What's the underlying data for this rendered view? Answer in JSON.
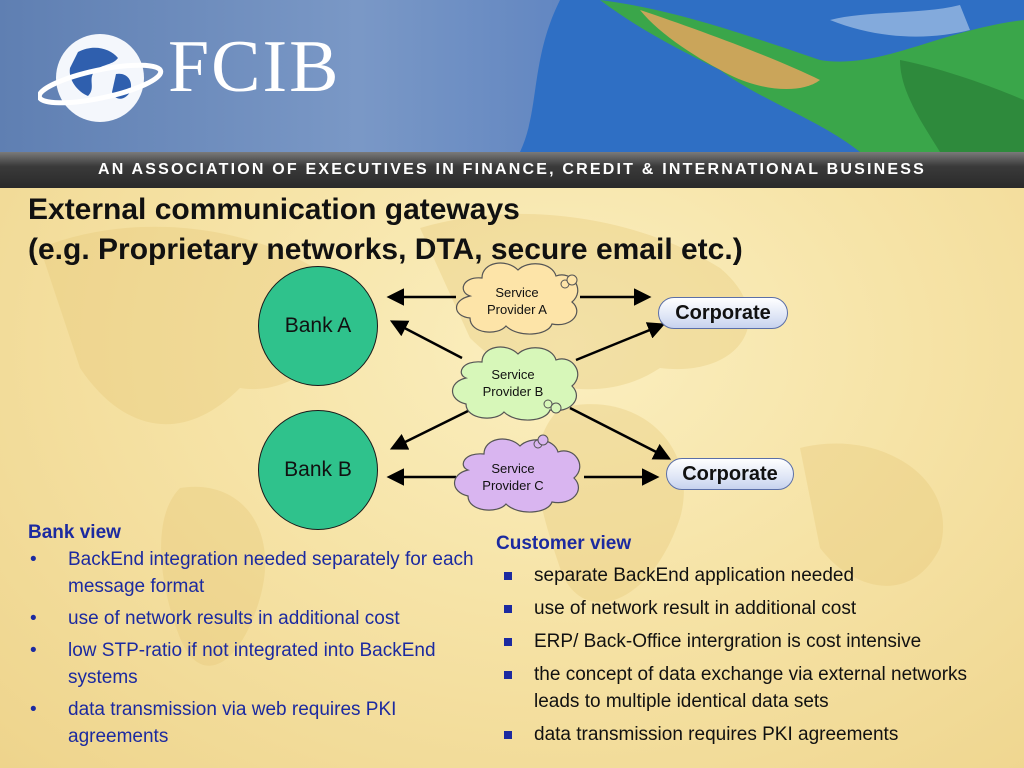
{
  "header": {
    "logo_text": "FCIB",
    "tagline": "AN ASSOCIATION OF EXECUTIVES IN FINANCE, CREDIT & INTERNATIONAL BUSINESS"
  },
  "title": {
    "line1": "External communication gateways",
    "line2": "(e.g. Proprietary networks, DTA, secure email etc.)"
  },
  "diagram": {
    "bank_a": "Bank A",
    "bank_b": "Bank B",
    "provider_a": [
      "Service",
      "Provider A"
    ],
    "provider_b": [
      "Service",
      "Provider B"
    ],
    "provider_c": [
      "Service",
      "Provider C"
    ],
    "corporate_1": "Corporate",
    "corporate_2": "Corporate",
    "colors": {
      "bank": "#2fc28c",
      "provider_a": "#fde4a8",
      "provider_b": "#d7f7b9",
      "provider_c": "#d9b5f0"
    }
  },
  "bank_view": {
    "heading": "Bank view",
    "items": [
      "BackEnd integration needed separately for each message format",
      "use of network results in additional cost",
      "low STP-ratio if not integrated into BackEnd systems",
      "data transmission via web requires PKI agreements"
    ]
  },
  "customer_view": {
    "heading": "Customer view",
    "items": [
      "separate BackEnd application needed",
      "use of network result in additional cost",
      "ERP/ Back-Office intergration is cost intensive",
      "the concept of data exchange via external networks leads to multiple identical data sets",
      "data transmission requires PKI agreements"
    ]
  }
}
